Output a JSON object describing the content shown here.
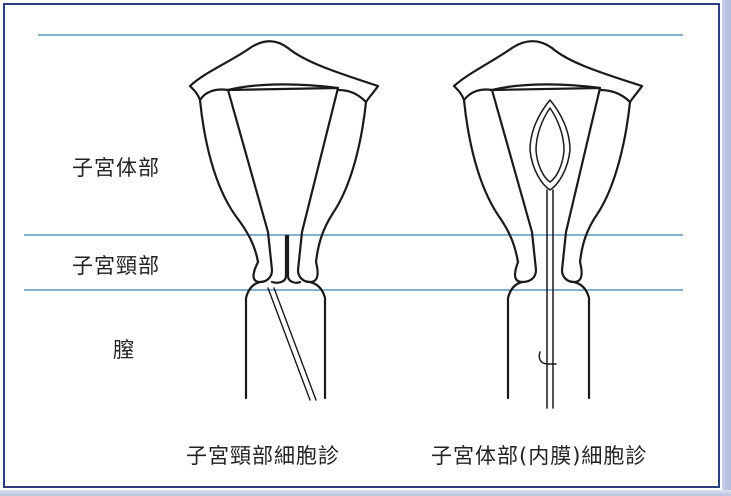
{
  "region_labels": {
    "uterine_body": "子宮体部",
    "cervix": "子宮頸部",
    "vagina": "膣"
  },
  "captions": {
    "cervical_cytology": "子宮頸部細胞診",
    "endometrial_cytology": "子宮体部(内膜)細胞診"
  },
  "colors": {
    "frame_border": "#2b3f7f",
    "guide_lines": "#3a7fb0",
    "drawing": "#1a1a1a",
    "accent_strip": "#b8c1df"
  }
}
